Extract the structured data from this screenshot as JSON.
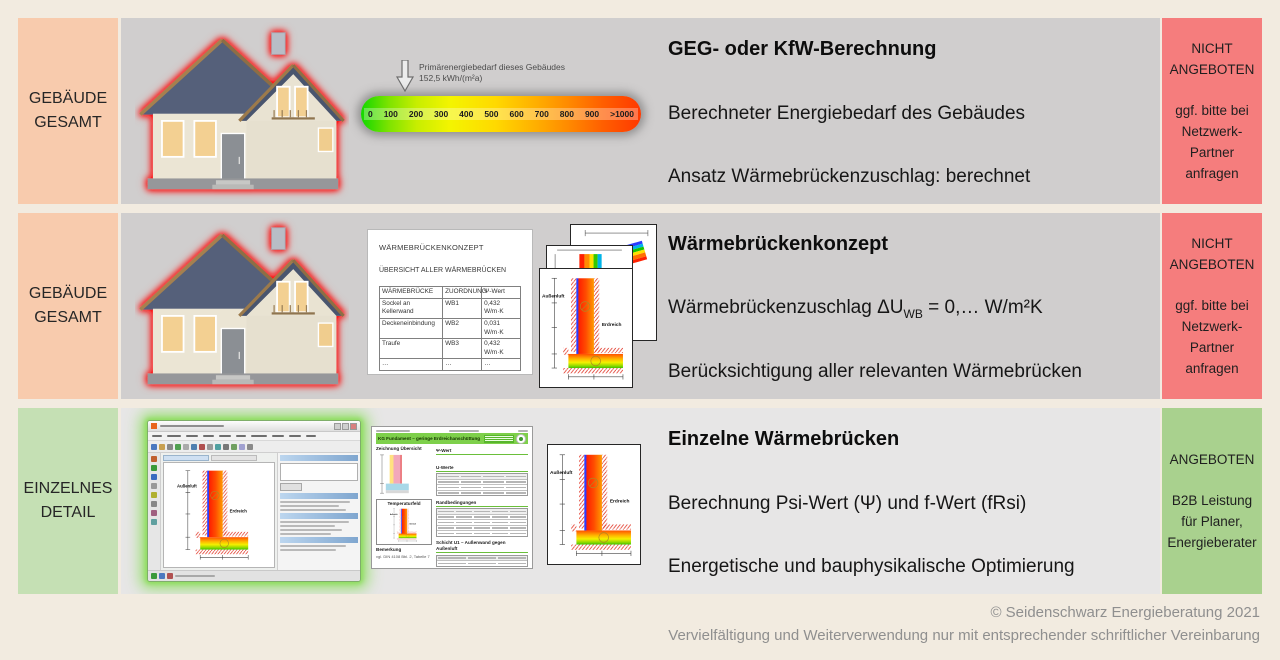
{
  "page": {
    "background": "#f2ebe0",
    "footer": {
      "line1": "© Seidenschwarz Energieberatung 2021",
      "line2": "Vervielfältigung und Weiterverwendung nur mit entsprechender schriftlicher Vereinbarung"
    }
  },
  "colors": {
    "row_content_bg": "#d0cece",
    "row3_content_bg": "#e7e6e6",
    "label_peach": "#f8cbad",
    "label_green": "#c5e0b4",
    "status_red": "#f57d7d",
    "status_green": "#a9d18e",
    "house_glow": "#ff0000",
    "software_glow": "#8fdd5f"
  },
  "rows": [
    {
      "label_line1": "GEBÄUDE",
      "label_line2": "GESAMT",
      "title": "GEG- oder KfW-Berechnung",
      "line2": "Berechneter Energiebedarf des Gebäudes",
      "line3": "Ansatz Wärmebrückenzuschlag: berechnet",
      "status_line1": "NICHT",
      "status_line2": "ANGEBOTEN",
      "note_lines": [
        "ggf. bitte bei",
        "Netzwerk-",
        "Partner",
        "anfragen"
      ]
    },
    {
      "label_line1": "GEBÄUDE",
      "label_line2": "GESAMT",
      "title": "Wärmebrückenkonzept",
      "line2_prefix": "Wärmebrückenzuschlag ΔU",
      "line2_sub": "WB",
      "line2_suffix": " = 0,… W/m²K",
      "line3": "Berücksichtigung aller relevanten Wärmebrücken",
      "status_line1": "NICHT",
      "status_line2": "ANGEBOTEN",
      "note_lines": [
        "ggf. bitte bei",
        "Netzwerk-",
        "Partner",
        "anfragen"
      ]
    },
    {
      "label_line1": "EINZELNES",
      "label_line2": "DETAIL",
      "title": "Einzelne Wärmebrücken",
      "line2": "Berechnung Psi-Wert (Ψ) und f-Wert (fRsi)",
      "line3": "Energetische und bauphysikalische Optimierung",
      "status_line1": "ANGEBOTEN",
      "note_lines": [
        "B2B Leistung",
        "für Planer,",
        "Energieberater"
      ]
    }
  ],
  "energy_scale": {
    "pointer_label_line1": "Primärenergiebedarf dieses Gebäudes",
    "pointer_label_line2": "152,5 kWh/(m²a)",
    "ticks": [
      "0",
      "100",
      "200",
      "300",
      "400",
      "500",
      "600",
      "700",
      "800",
      "900",
      ">1000"
    ]
  },
  "concept_doc": {
    "title": "WÄRMEBRÜCKENKONZEPT",
    "subtitle": "ÜBERSICHT ALLER WÄRMEBRÜCKEN",
    "table": {
      "headers": [
        "WÄRMEBRÜCKE",
        "ZUORDNUNG",
        "Ψ-Wert"
      ],
      "rows": [
        [
          "Sockel an Kellerwand",
          "WB1",
          "0,432 W/m·K"
        ],
        [
          "Deckeneinbindung",
          "WB2",
          "0,031 W/m·K"
        ],
        [
          "Traufe",
          "WB3",
          "0,432 W/m·K"
        ],
        [
          "…",
          "…",
          "…"
        ]
      ]
    }
  },
  "report_doc": {
    "header": "KG Fundament – geringe Erdreichanschüttung",
    "sections": {
      "drawing": "Zeichnung Übersicht",
      "psi": "Ψ-Wert",
      "u": "U-Werte",
      "rand": "Randbedingungen",
      "schicht": "Schicht U1 – Außenwand gegen Außenluft",
      "temp": "Temperaturfeld",
      "bemerkung": "Bemerkung"
    },
    "note": "vgl. DIN 4108 Bbl. 2, Tabelle 7"
  },
  "detail_labels": {
    "outside": "Außenluft",
    "ground": "Erdreich"
  }
}
